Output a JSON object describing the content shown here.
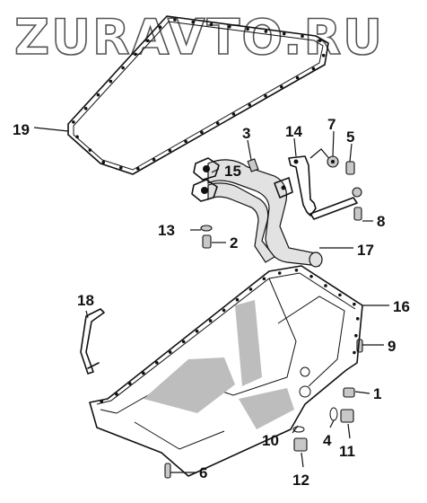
{
  "watermark": "ZURAVTO.RU",
  "callouts": [
    {
      "id": "1",
      "label": "1"
    },
    {
      "id": "2",
      "label": "2"
    },
    {
      "id": "3",
      "label": "3"
    },
    {
      "id": "4",
      "label": "4"
    },
    {
      "id": "5",
      "label": "5"
    },
    {
      "id": "6",
      "label": "6"
    },
    {
      "id": "7",
      "label": "7"
    },
    {
      "id": "8",
      "label": "8"
    },
    {
      "id": "9",
      "label": "9"
    },
    {
      "id": "10",
      "label": "10"
    },
    {
      "id": "11",
      "label": "11"
    },
    {
      "id": "12",
      "label": "12"
    },
    {
      "id": "13",
      "label": "13"
    },
    {
      "id": "14",
      "label": "14"
    },
    {
      "id": "15",
      "label": "15"
    },
    {
      "id": "16",
      "label": "16"
    },
    {
      "id": "17",
      "label": "17"
    },
    {
      "id": "18",
      "label": "18"
    },
    {
      "id": "19",
      "label": "19"
    }
  ]
}
